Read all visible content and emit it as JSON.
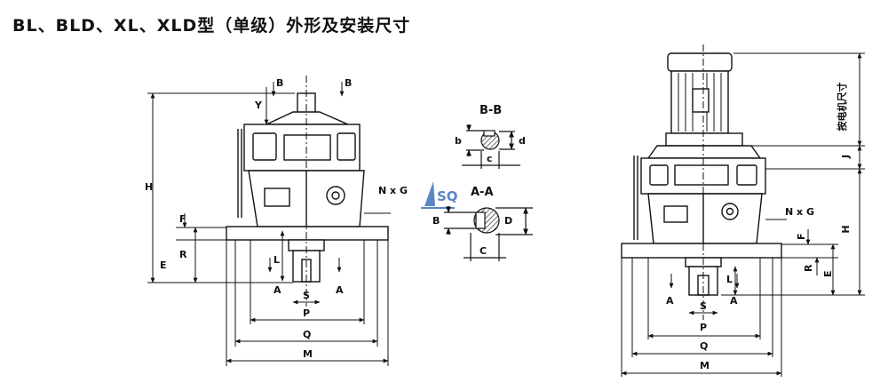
{
  "title": "BL、BLD、XL、XLD型（单级）外形及安装尺寸",
  "logo_text": "SQ",
  "colors": {
    "line": "#111111",
    "logo": "#5a86c6",
    "background": "#ffffff"
  },
  "left_view": {
    "labels": {
      "H": "H",
      "B_top_left": "B",
      "B_top_right": "B",
      "Y": "Y",
      "NxG": "N x G",
      "F": "F",
      "R": "R",
      "E": "E",
      "L": "L",
      "A_left": "A",
      "A_right": "A",
      "S": "S",
      "P": "P",
      "Q": "Q",
      "M": "M"
    }
  },
  "section_bb": {
    "title": "B-B",
    "b": "b",
    "d": "d",
    "c": "c"
  },
  "section_aa": {
    "title": "A-A",
    "B": "B",
    "D": "D",
    "C": "C"
  },
  "right_view": {
    "labels": {
      "motor_dim": "按电机尺寸",
      "J": "J",
      "H": "H",
      "NxG": "N x G",
      "F": "F",
      "R": "R",
      "E": "E",
      "L": "L",
      "A_left": "A",
      "A_right": "A",
      "S": "S",
      "P": "P",
      "Q": "Q",
      "M": "M"
    }
  }
}
